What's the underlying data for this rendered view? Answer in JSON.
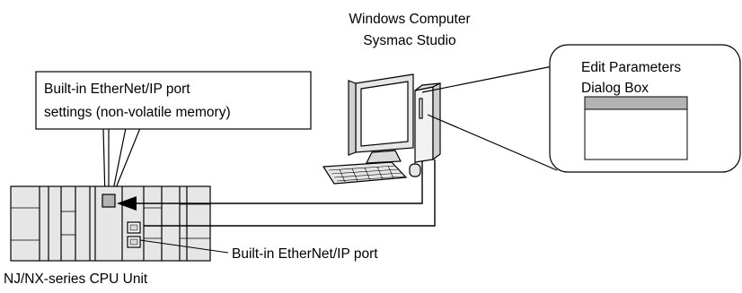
{
  "computer": {
    "label_line1": "Windows Computer",
    "label_line2": "Sysmac Studio"
  },
  "callout_settings": {
    "line1": "Built-in EtherNet/IP port",
    "line2": "settings (non-volatile memory)"
  },
  "callout_dialog": {
    "line1": "Edit Parameters",
    "line2": "Dialog Box"
  },
  "port_label": "Built-in EtherNet/IP port",
  "cpu_label": "NJ/NX-series CPU Unit",
  "colors": {
    "unit_fill": "#e6e6e6",
    "stroke": "#000000",
    "monitor_screen": "#ffffff",
    "dialog_titlebar": "#b3b3b3",
    "port_highlight": "#b3b3b3"
  }
}
